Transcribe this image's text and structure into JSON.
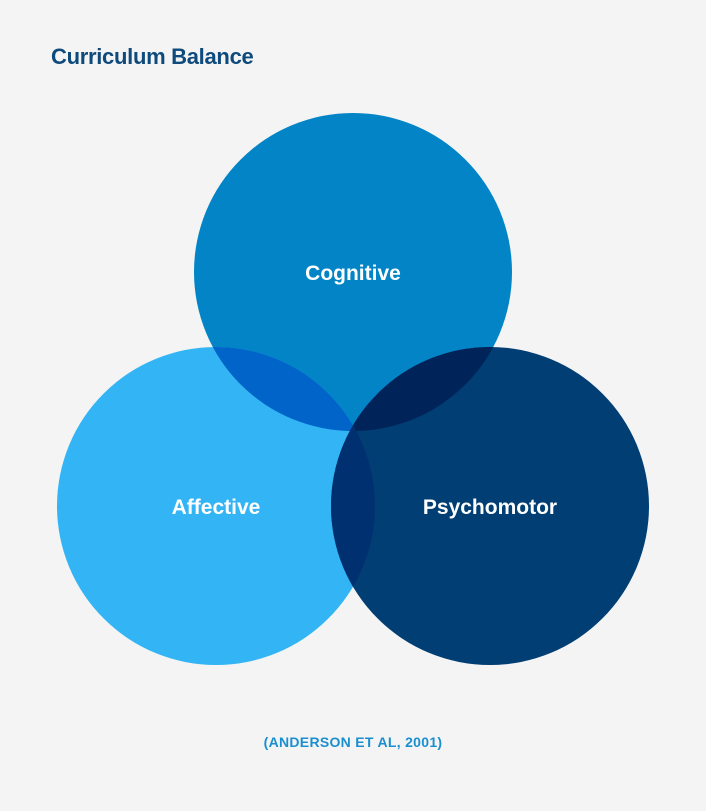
{
  "title": "Curriculum Balance",
  "circles": {
    "cognitive": {
      "label": "Cognitive",
      "color": "#0284c6"
    },
    "affective": {
      "label": "Affective",
      "color": "#33b5f5"
    },
    "psychomotor": {
      "label": "Psychomotor",
      "color": "#003e73"
    }
  },
  "overlaps": {
    "cognitive_affective": "#0064c8",
    "cognitive_psychomotor": "#00235a",
    "affective_psychomotor": "#00306f"
  },
  "citation": "(ANDERSON ET AL, 2001)"
}
